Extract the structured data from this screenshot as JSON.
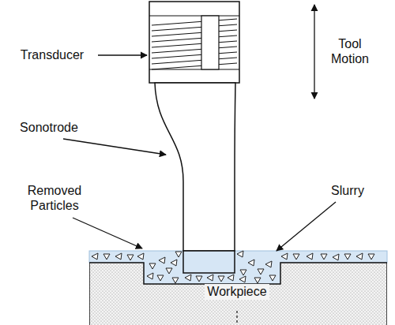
{
  "diagram": {
    "nodes": [
      {
        "text": [
          "Workpiece"
        ]
      }
    ],
    "labels": [
      "Transducer",
      "Tool Motion",
      "Sonotrode",
      "Removed Particles",
      "Slurry"
    ]
  }
}
